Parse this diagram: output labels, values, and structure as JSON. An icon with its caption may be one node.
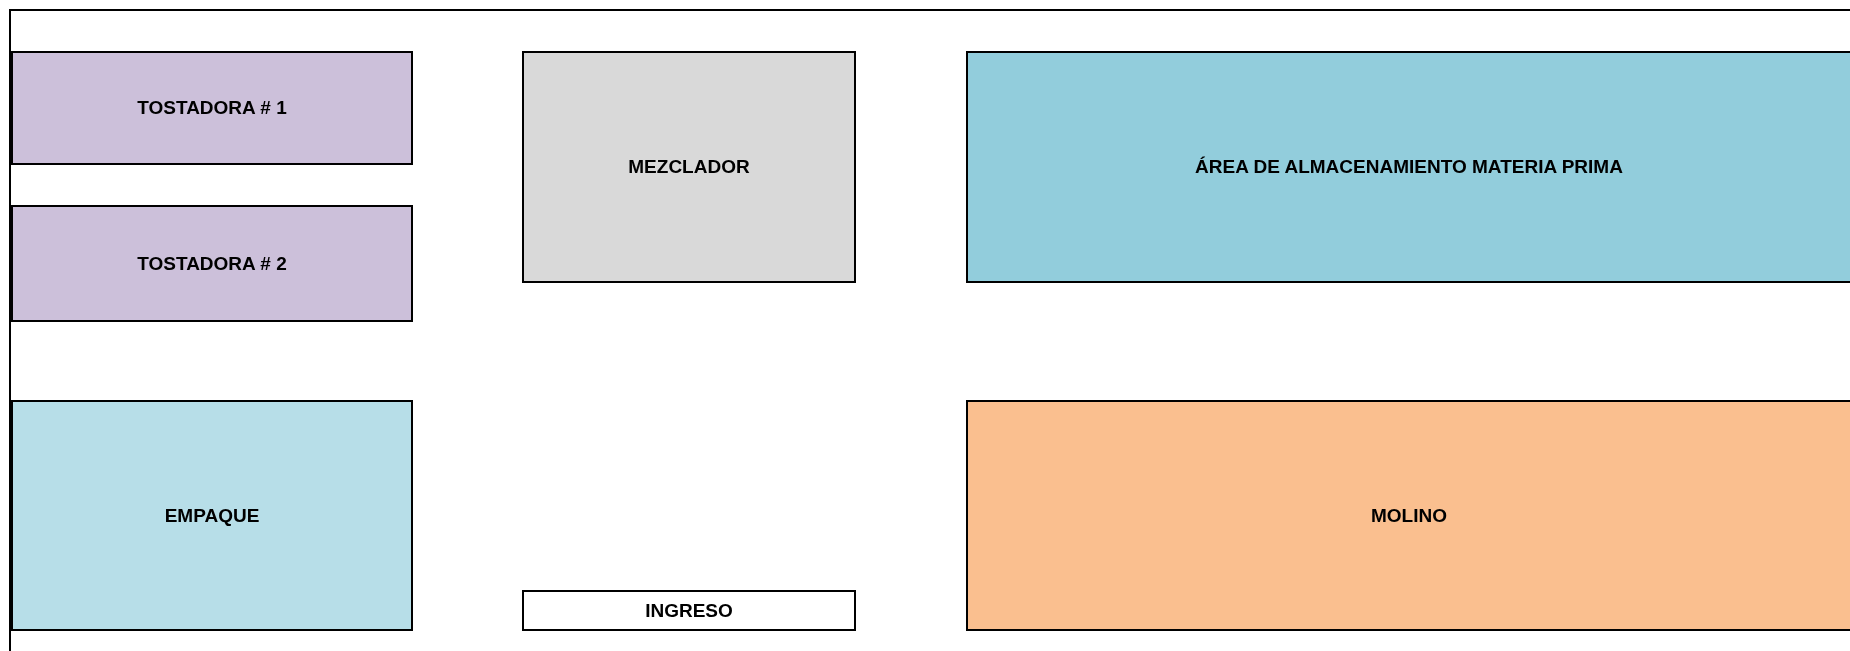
{
  "diagram": {
    "nodes": [
      {
        "text": [],
        "shape": "box"
      },
      {
        "text": [
          "TOSTADORA # 1"
        ],
        "in": 0
      },
      {
        "text": [
          "MEZCLADOR"
        ],
        "in": 0
      },
      {
        "text": [
          "ÁREA DE ALMACENAMIENTO MATERIA PRIMA"
        ],
        "in": 0
      },
      {
        "text": [
          "TOSTADORA # 2"
        ],
        "in": 0
      },
      {
        "text": [
          "EMPAQUE"
        ],
        "in": 0
      },
      {
        "text": [
          "MOLINO"
        ],
        "in": 0
      },
      {
        "text": [
          "INGRESO"
        ],
        "in": 0
      }
    ],
    "edges": []
  }
}
